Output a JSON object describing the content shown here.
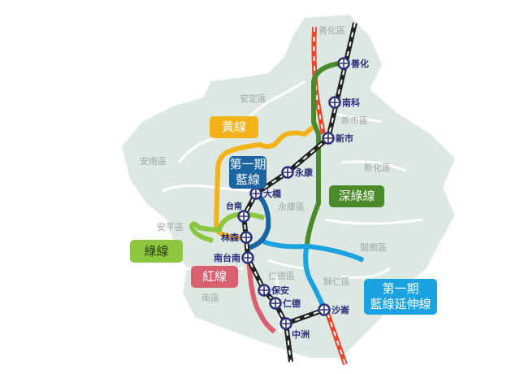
{
  "colors": {
    "land": "#dde8e2",
    "yellow_line": "#f3b21a",
    "blue_line": "#1b65a3",
    "deep_green_line": "#4b8a2b",
    "green_line": "#8dc63f",
    "red_line": "#d9606f",
    "blue_extension_line": "#1aa3e0",
    "railway": "#222222",
    "hsr": "#e8452c",
    "station_icon": "#2a2f7a"
  },
  "districts": [
    "善化區",
    "安定區",
    "新市區",
    "新化區",
    "安南區",
    "永康區",
    "安平區",
    "關廟區",
    "仁德區",
    "歸仁區",
    "南區"
  ],
  "stations": [
    "善化",
    "南科",
    "新市",
    "永康",
    "大橋",
    "台南",
    "林森",
    "南台南",
    "保安",
    "仁德",
    "中洲",
    "沙崙"
  ],
  "station_icon": "railway-station-icon",
  "lines": {
    "yellow": "黃線",
    "blue_1": "第一期",
    "blue_2": "藍線",
    "deep_green": "深綠線",
    "green": "綠線",
    "red": "紅線",
    "blue_ext_1": "第一期",
    "blue_ext_2": "藍線延伸線"
  }
}
